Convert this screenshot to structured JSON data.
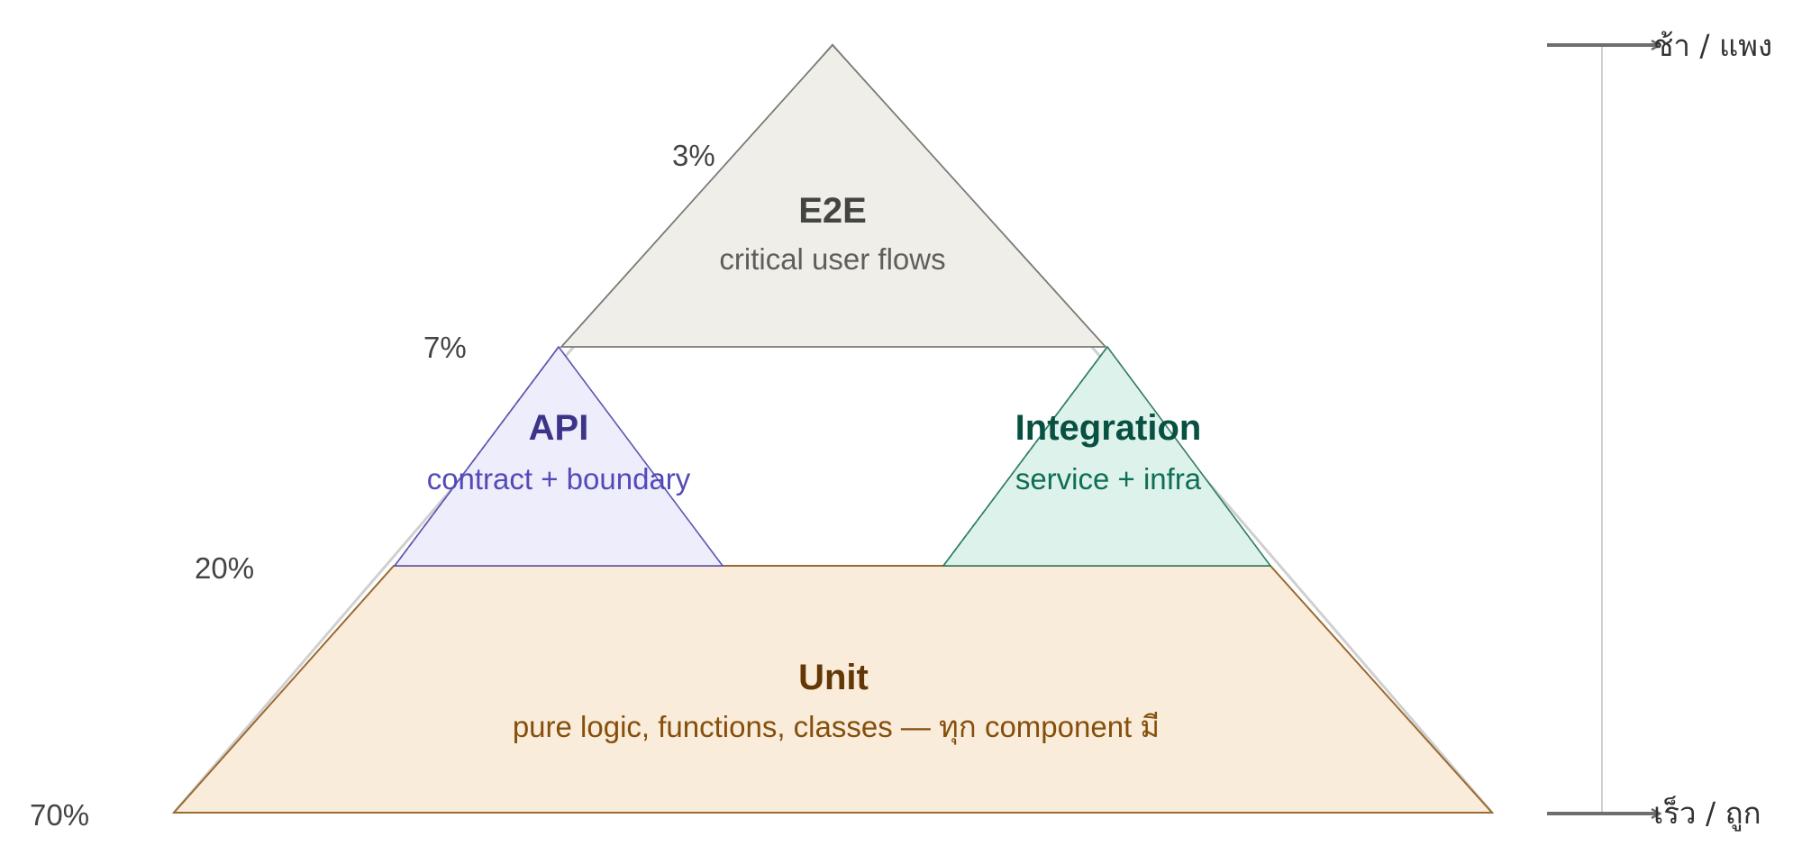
{
  "diagram": {
    "type": "test-pyramid",
    "layers": [
      {
        "id": "e2e",
        "title": "E2E",
        "subtitle": "critical user flows",
        "percent": "3%",
        "colors": {
          "fill": "#f0eee8",
          "stroke": "#7a7a76",
          "title": "#444441",
          "subtitle": "#5f5e5a"
        }
      },
      {
        "id": "api",
        "title": "API",
        "subtitle": "contract + boundary",
        "percent": "7%",
        "colors": {
          "fill": "#ededfb",
          "stroke": "#5b54b0",
          "title": "#3c3489",
          "subtitle": "#534ab7"
        }
      },
      {
        "id": "integration",
        "title": "Integration",
        "subtitle": "service + infra",
        "percent": "",
        "colors": {
          "fill": "#ddf2ea",
          "stroke": "#2f7d60",
          "title": "#085041",
          "subtitle": "#0f6e56"
        }
      },
      {
        "id": "unit",
        "title": "Unit",
        "subtitle": "pure logic, functions, classes — ทุก component มี",
        "percent": "70%",
        "colors": {
          "fill": "#faecdb",
          "stroke": "#9a6a32",
          "title": "#633806",
          "subtitle": "#854f0b"
        }
      }
    ],
    "extra_percent_label": "20%",
    "scale_axis": {
      "top_label": "ช้า / แพง",
      "bottom_label": "เร็ว / ถูก",
      "arrow_color": "#6e6e6e",
      "line_color": "#cfcfcf"
    }
  }
}
